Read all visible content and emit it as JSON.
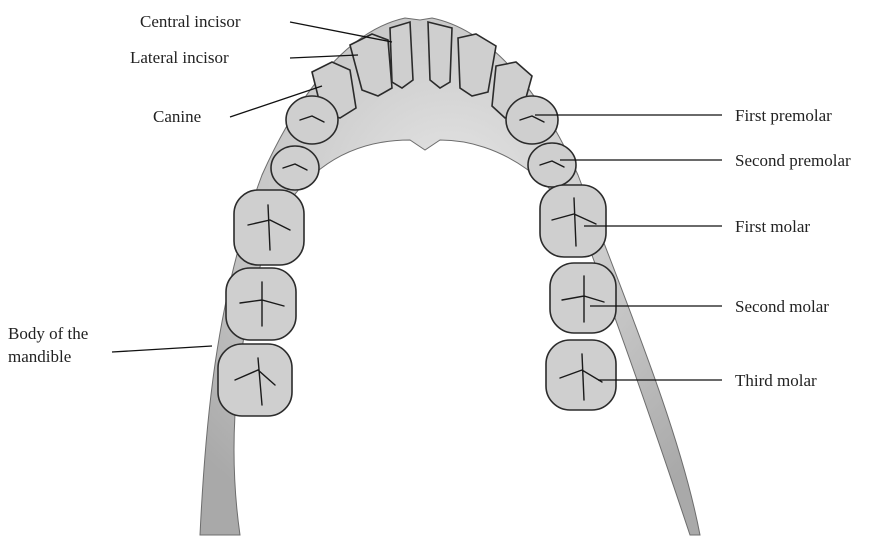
{
  "labels": {
    "central_incisor": "Central incisor",
    "lateral_incisor": "Lateral incisor",
    "canine": "Canine",
    "first_premolar": "First premolar",
    "second_premolar": "Second premolar",
    "first_molar": "First molar",
    "second_molar": "Second molar",
    "third_molar": "Third molar",
    "body_of_mandible_line1": "Body of the",
    "body_of_mandible_line2": "mandible"
  },
  "colors": {
    "bone": "#bdbdbd",
    "tooth": "#cfcfcf",
    "outline": "#2b2b2b",
    "label_text": "#222222"
  }
}
